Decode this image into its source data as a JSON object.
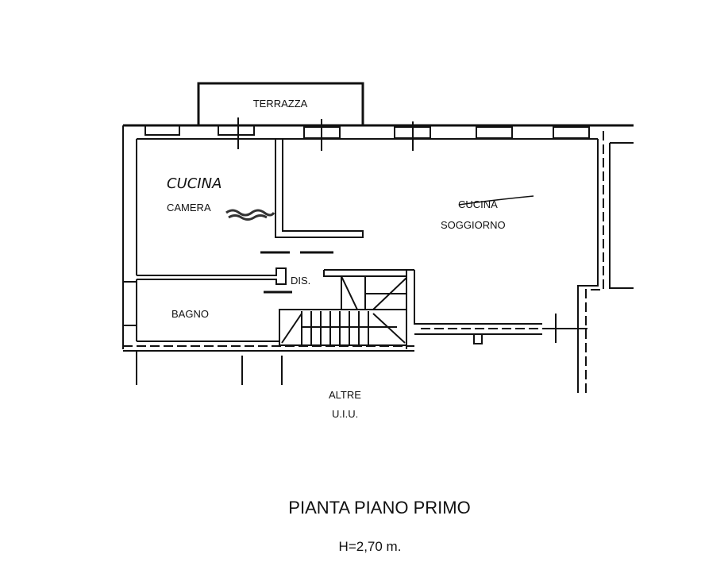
{
  "plan": {
    "rooms": {
      "terrazza": "TERRAZZA",
      "camera_handwritten": "CUCINA",
      "camera": "CAMERA",
      "soggiorno_struck": "CUCINA",
      "soggiorno": "SOGGIORNO",
      "dis": "DIS.",
      "bagno": "BAGNO",
      "altre": "ALTRE",
      "uiu": "U.I.U."
    },
    "title": "PIANTA PIANO PRIMO",
    "height_label": "H=2,70 m."
  },
  "colors": {
    "ink": "#111111",
    "paper": "#ffffff"
  }
}
